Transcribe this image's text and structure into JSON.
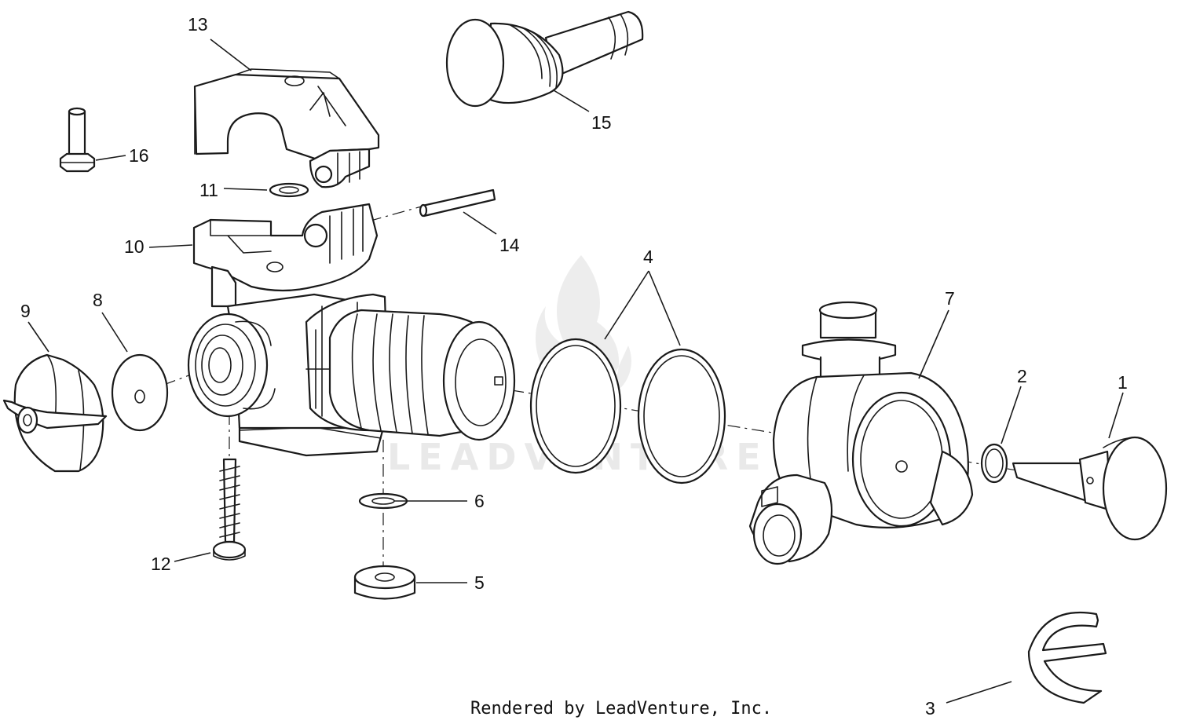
{
  "diagram": {
    "type": "exploded-parts-diagram",
    "callouts": [
      {
        "id": "c1",
        "label": "1"
      },
      {
        "id": "c2",
        "label": "2"
      },
      {
        "id": "c3",
        "label": "3"
      },
      {
        "id": "c4",
        "label": "4"
      },
      {
        "id": "c5",
        "label": "5"
      },
      {
        "id": "c6",
        "label": "6"
      },
      {
        "id": "c7",
        "label": "7"
      },
      {
        "id": "c8",
        "label": "8"
      },
      {
        "id": "c9",
        "label": "9"
      },
      {
        "id": "c10",
        "label": "10"
      },
      {
        "id": "c11",
        "label": "11"
      },
      {
        "id": "c12",
        "label": "12"
      },
      {
        "id": "c13",
        "label": "13"
      },
      {
        "id": "c14",
        "label": "14"
      },
      {
        "id": "c15",
        "label": "15"
      },
      {
        "id": "c16",
        "label": "16"
      }
    ],
    "credit": "Rendered by LeadVenture, Inc.",
    "watermark": "LEADVENTURE",
    "colors": {
      "line": "#1a1a1a",
      "paper": "#ffffff",
      "watermark": "#d8d8d8"
    }
  }
}
